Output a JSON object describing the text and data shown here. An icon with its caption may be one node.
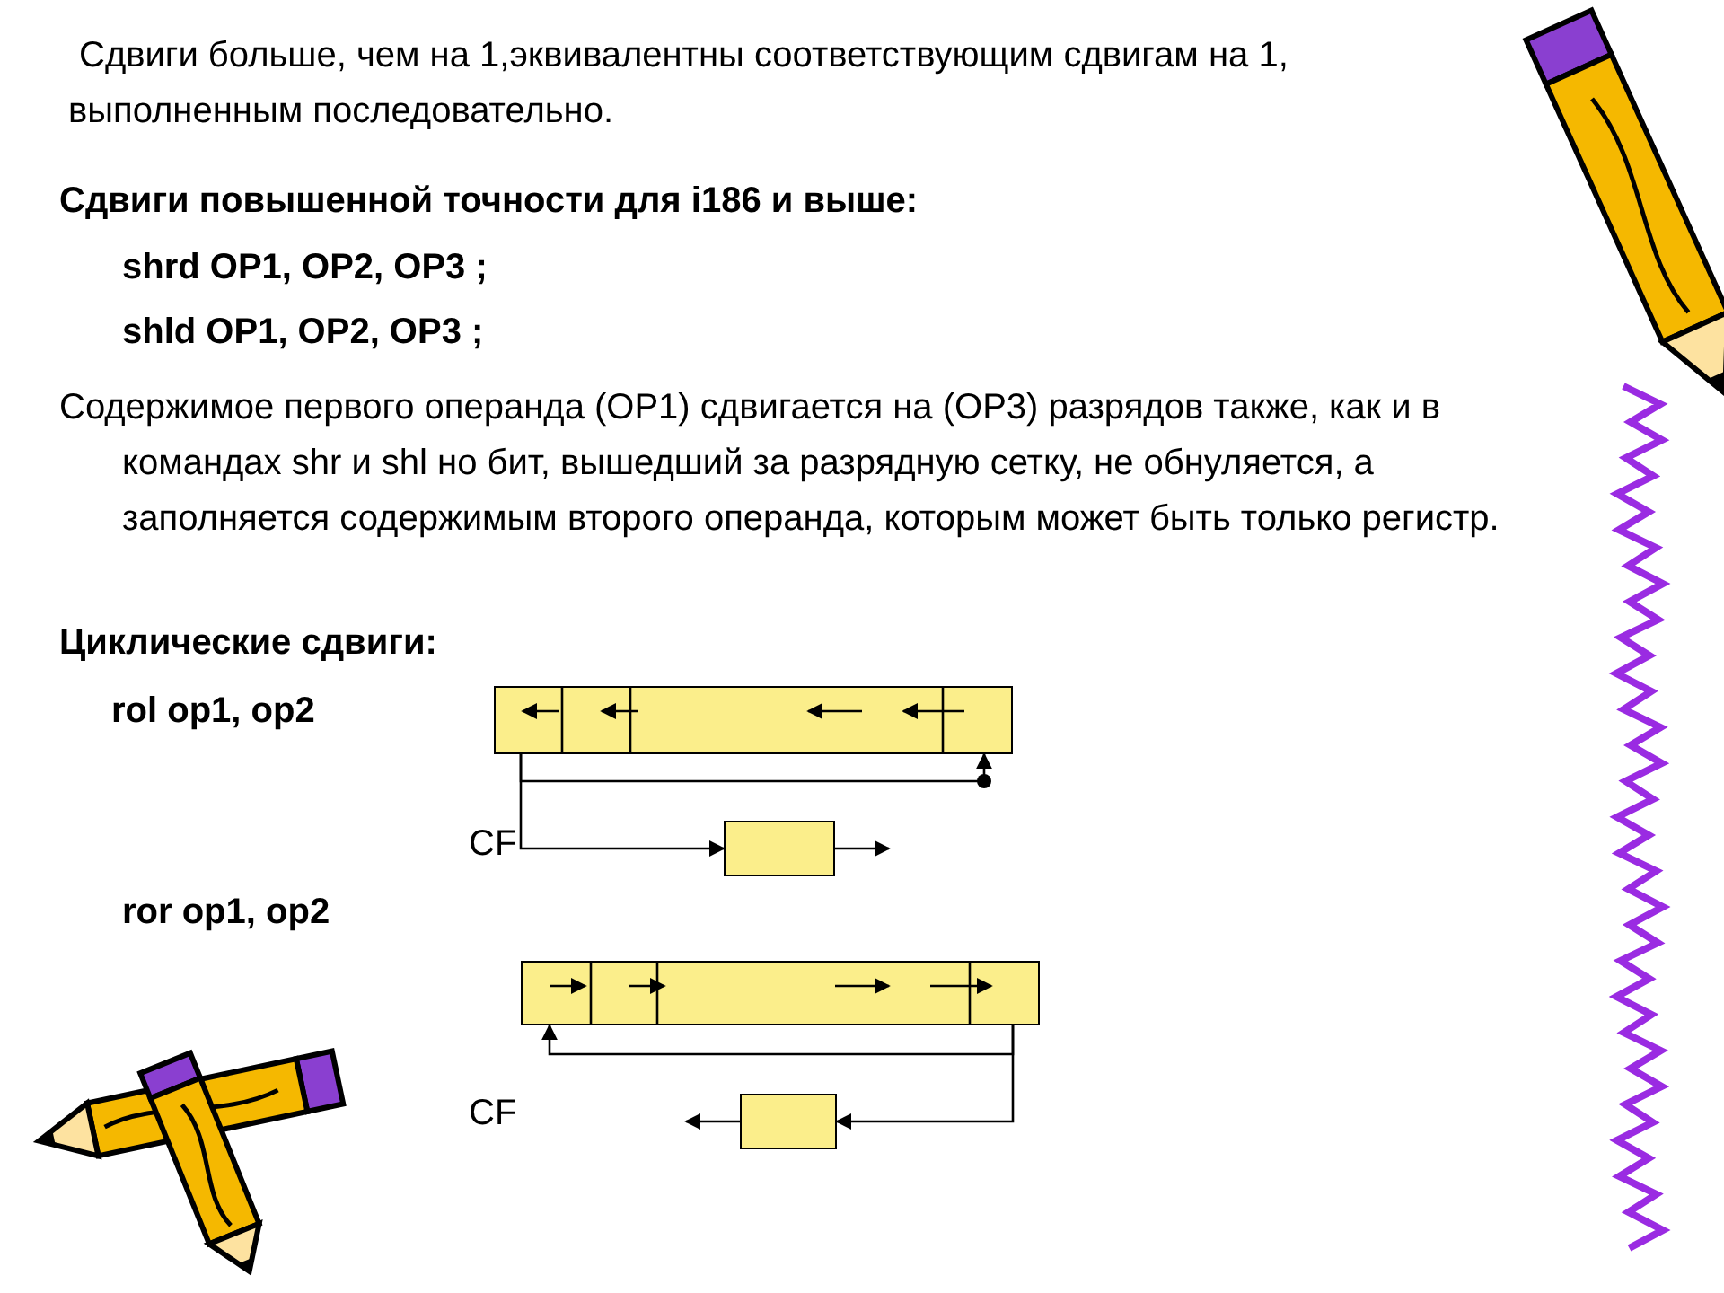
{
  "diagram": {
    "nodes": [
      {
        "text": [],
        "shape": "box"
      },
      {
        "text": [],
        "shape": "box"
      },
      {
        "text": [],
        "shape": "box"
      },
      {
        "text": [],
        "shape": "box"
      }
    ],
    "edges": [
      {
        "from": 0,
        "to": 0,
        "arrow": "to"
      },
      {
        "from": 0,
        "to": 1,
        "arrow": "to"
      },
      {
        "from": 1,
        "to": null,
        "arrow": "to"
      },
      {
        "from": 2,
        "to": 2,
        "arrow": "to"
      },
      {
        "from": 2,
        "to": 3,
        "arrow": "to"
      },
      {
        "from": 3,
        "to": null,
        "arrow": "to"
      }
    ],
    "labels": [
      "Сдвиги больше, чем на 1,эквивалентны соответствующим сдвигам на 1, выполненным последовательно.",
      "**Сдвиги повышенной точности для i186 и выше**:",
      "shrd OP1, OP2, OP3  ;",
      "shld OP1, OP2, OP3 ;",
      "Содержимое первого операнда (OP1) сдвигается на (OP3) разрядов также, как и в командах shr и shl но бит, вышедший за разрядную сетку, не обнуляется, а заполняется содержимым второго операнда, которым может быть только регистр.",
      "Циклические сдвиги:",
      "rol op1, op2",
      "CF",
      "ror op1, op2",
      "CF"
    ]
  }
}
